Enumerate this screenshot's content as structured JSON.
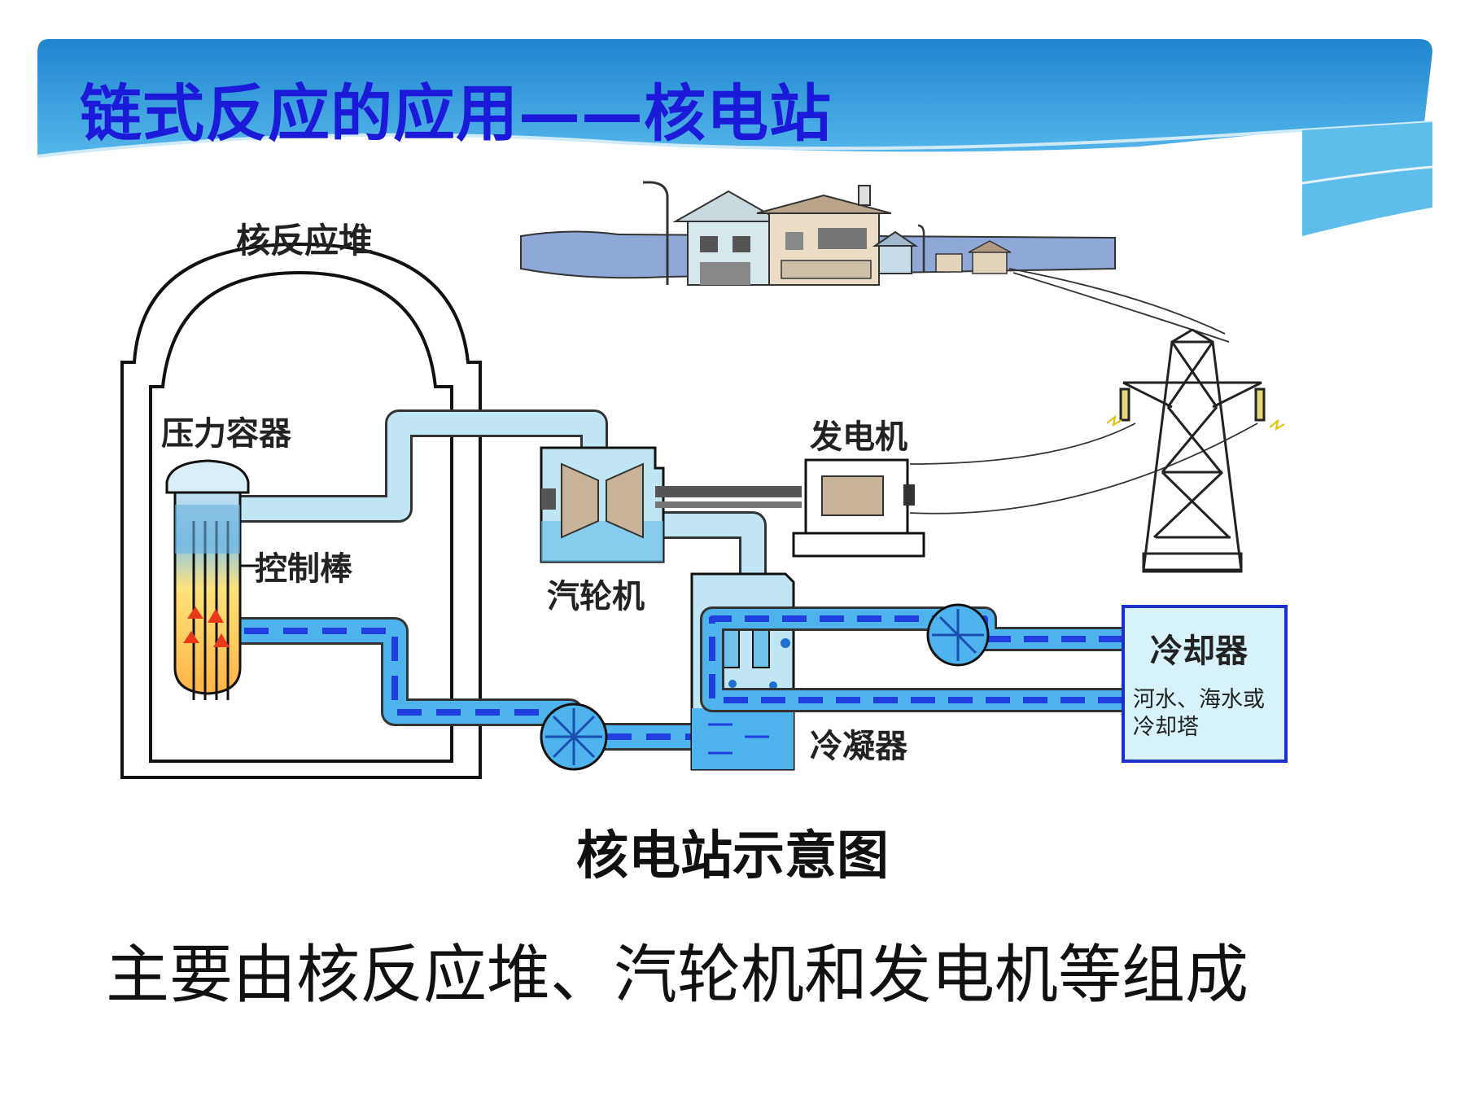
{
  "slide": {
    "title": "链式反应的应用——核电站",
    "caption": "核电站示意图",
    "summary": "主要由核反应堆、汽轮机和发电机等组成"
  },
  "diagram": {
    "labels": {
      "reactor": "核反应堆",
      "pressure_vessel": "压力容器",
      "control_rods": "控制棒",
      "turbine": "汽轮机",
      "generator": "发电机",
      "condenser": "冷凝器",
      "cooler": "冷却器",
      "cooler_note_line1": "河水、海水或",
      "cooler_note_line2": "冷却塔"
    }
  },
  "colors": {
    "title_blue": "#1a1ad8",
    "banner_blue": "#2a93d5",
    "pipe_light": "#bfe6f2",
    "pipe_dark_flow": "#1f3fe0",
    "water": "#3aa4e8",
    "cooler_border": "#1b2fc9"
  }
}
